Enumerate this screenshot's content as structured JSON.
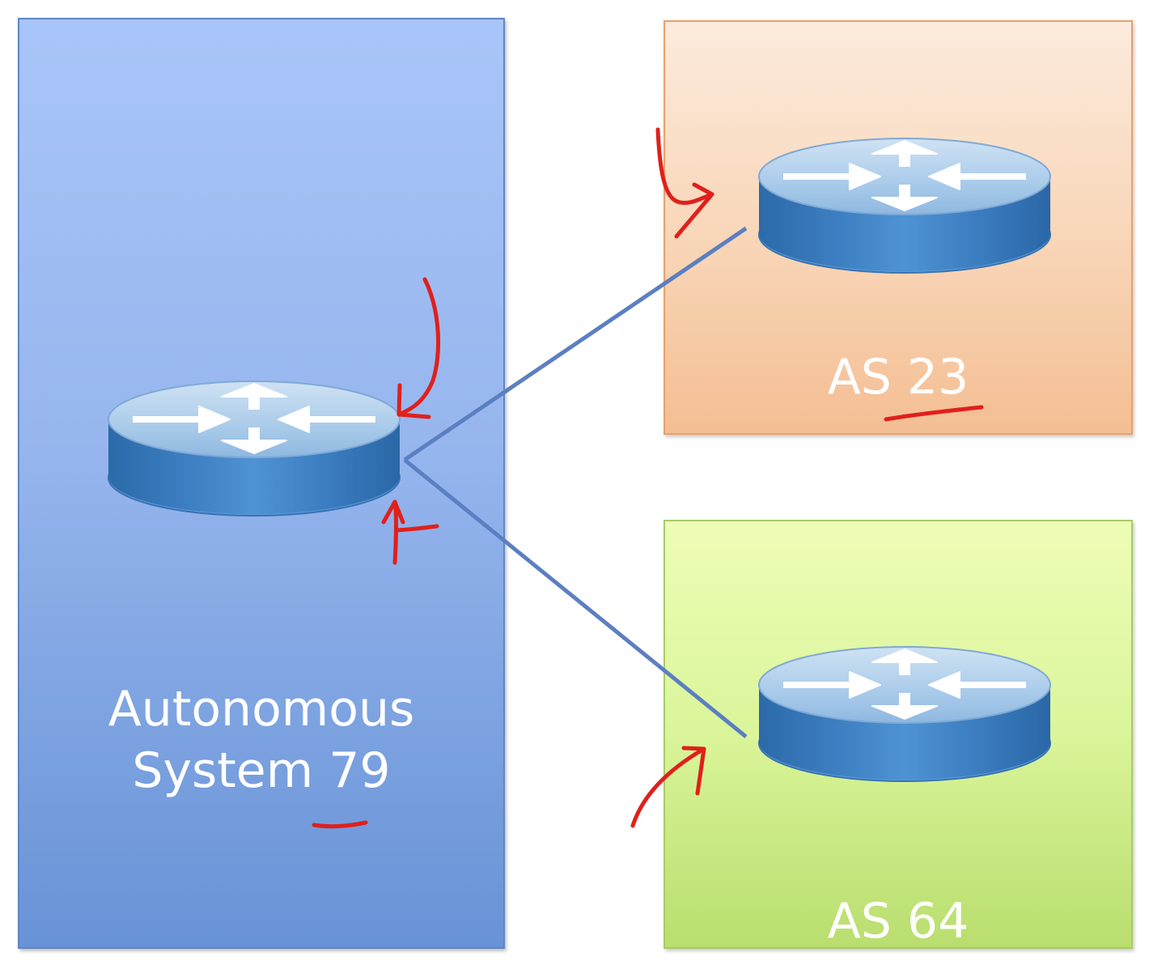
{
  "diagram": {
    "autonomous_system_main": {
      "line1": "Autonomous",
      "line2": "System 79"
    },
    "as_top_right": "AS 23",
    "as_bottom_right": "AS 64"
  },
  "colors": {
    "as79_box": "#97b6ee",
    "as23_box": "#f8d3b3",
    "as64_box": "#daf59a",
    "router_body": "#3f7fc0",
    "link_line": "#5b7fc1",
    "annotation_ink": "#e0201b"
  },
  "icons": [
    "router-icon",
    "router-icon",
    "router-icon"
  ]
}
